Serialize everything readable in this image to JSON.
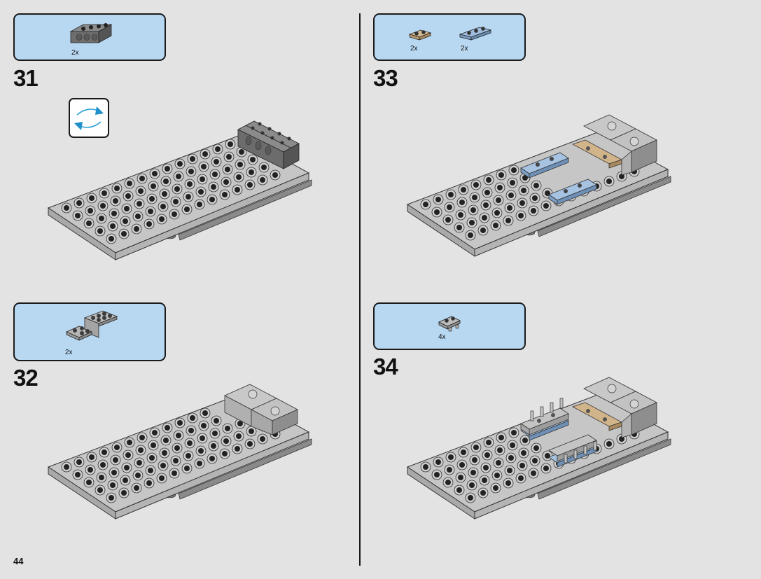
{
  "page": {
    "page_number": "44",
    "background_color": "#e3e3e3",
    "parts_box_color": "#b8d8f2"
  },
  "steps": [
    {
      "number": "31",
      "parts": [
        {
          "name": "dark-bluish-gray-technic-brick-1x4",
          "qty": "2x",
          "color": "#6b6b6b"
        }
      ],
      "rotate_model": true,
      "rotate_icon": "rotate-arrows-icon"
    },
    {
      "number": "32",
      "parts": [
        {
          "name": "light-gray-bracket-2x5",
          "qty": "2x",
          "color": "#a8a8a8"
        }
      ]
    },
    {
      "number": "33",
      "parts": [
        {
          "name": "tan-plate-1x2",
          "qty": "2x",
          "color": "#c9ad86"
        },
        {
          "name": "sand-blue-plate-1x3",
          "qty": "2x",
          "color": "#8aaed2"
        }
      ]
    },
    {
      "number": "34",
      "parts": [
        {
          "name": "light-gray-plate-clip-1x2",
          "qty": "4x",
          "color": "#b0b0b0"
        }
      ]
    }
  ]
}
